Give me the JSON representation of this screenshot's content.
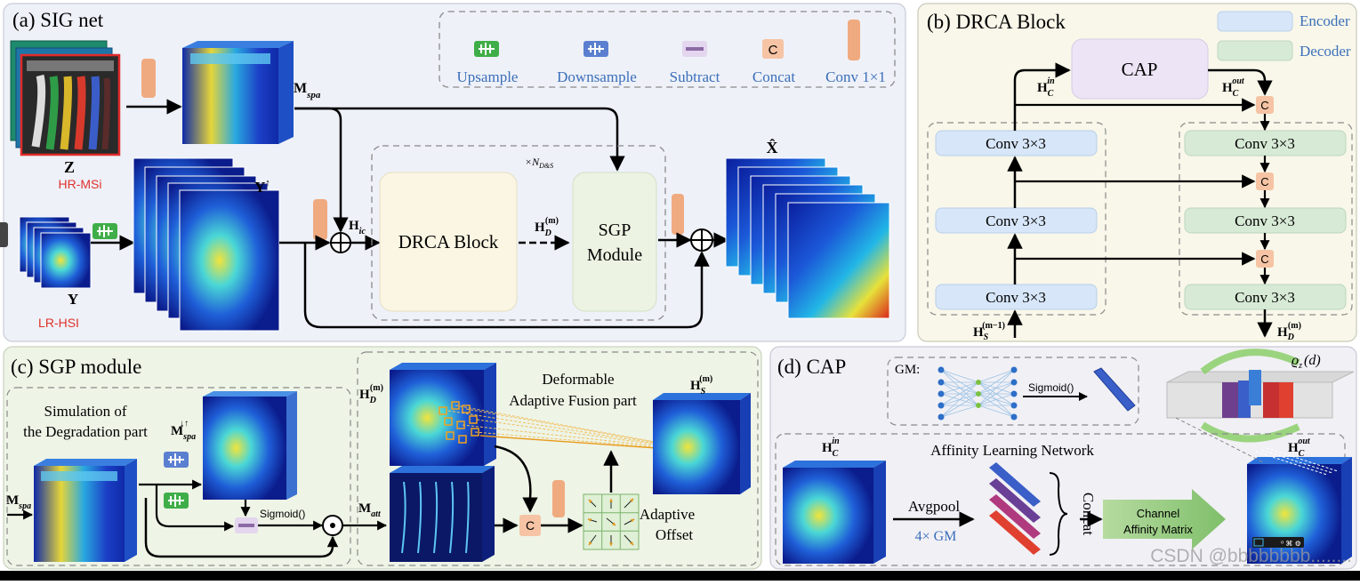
{
  "panels": {
    "a": {
      "title": "(a) SIG net"
    },
    "b": {
      "title": "(b) DRCA Block"
    },
    "c": {
      "title": "(c) SGP module"
    },
    "d": {
      "title": "(d) CAP"
    }
  },
  "legend_a": {
    "upsample": "Upsample",
    "downsample": "Downsample",
    "subtract": "Subtract",
    "concat": "Concat",
    "conv1x1": "Conv 1×1",
    "concat_symbol": "C"
  },
  "legend_b": {
    "encoder": "Encoder",
    "decoder": "Decoder"
  },
  "sig": {
    "z": "Z",
    "hrmsi": "HR-MSi",
    "y": "Y",
    "lrhsi": "LR-HSI",
    "yup": "Y",
    "yup_sup": "↑",
    "mspa": "M",
    "mspa_sub": "spa",
    "hic": "H",
    "hic_sub": "ic",
    "repeat": "×N",
    "repeat_sub": "D&S",
    "drca": "DRCA Block",
    "hd": "H",
    "hd_sub": "D",
    "hd_sup": "(m)",
    "sgp_line1": "SGP",
    "sgp_line2": "Module",
    "xhat": "X̂"
  },
  "drca": {
    "cap": "CAP",
    "hcin": "H",
    "hcin_sub": "C",
    "hcin_sup": "in",
    "hcout": "H",
    "hcout_sub": "C",
    "hcout_sup": "out",
    "conv": "Conv 3×3",
    "hs": "H",
    "hs_sub": "S",
    "hs_sup": "(m−1)",
    "hd": "H",
    "hd_sub": "D",
    "hd_sup": "(m)",
    "c": "C"
  },
  "sgpm": {
    "sim_line1": "Simulation of",
    "sim_line2": "the Degradation part",
    "mds": "M",
    "mds_sub": "spa",
    "mds_sup": "↓↑",
    "mspa": "M",
    "mspa_sub": "spa",
    "sigmoid": "Sigmoid()",
    "hd": "H",
    "hd_sub": "D",
    "hd_sup": "(m)",
    "matt": "M",
    "matt_sub": "att",
    "daf_line1": "Deformable",
    "daf_line2": "Adaptive Fusion part",
    "hs": "H",
    "hs_sub": "S",
    "hs_sup": "(m)",
    "offset_line1": "Adaptive",
    "offset_line2": "Offset",
    "c": "C"
  },
  "cap": {
    "gm": "GM:",
    "sigmoid": "Sigmoid()",
    "rho": "ϱ",
    "rho_sub": "z",
    "rho_arg": "(d)",
    "aln": "Affinity Learning Network",
    "hcin": "H",
    "hcin_sub": "C",
    "hcin_sup": "in",
    "hcout": "H",
    "hcout_sub": "C",
    "hcout_sup": "out",
    "avgpool": "Avgpool",
    "gm4": "4× GM",
    "concat": "Concat",
    "cam_line1": "Channel",
    "cam_line2": "Affinity Matrix"
  },
  "watermark": "CSDN @bbbbbbbb........",
  "colors": {
    "panel_a": "#eef1f8",
    "panel_b": "#f8f7ea",
    "panel_c": "#eef4e6",
    "panel_d": "#f1f0f5",
    "encoder": "#d7e6f8",
    "decoder": "#d7ead6",
    "cap_box": "#ede5f6",
    "concat_box": "#f6c4a4",
    "conv1x1": "#f0aa80",
    "drca_box": "#fbf6e3",
    "sgp_box": "#ecf3e3",
    "label_blue": "#3c6fba",
    "label_red": "#e0312c"
  }
}
